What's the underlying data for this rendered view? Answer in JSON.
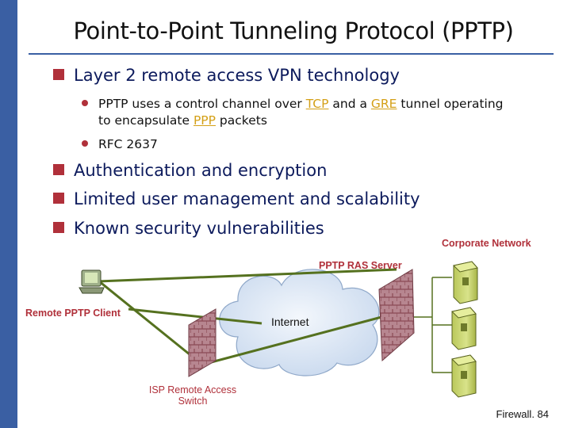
{
  "slide": {
    "title": "Point-to-Point Tunneling Protocol (PPTP)",
    "page_number": "Firewall. 84"
  },
  "bullets": {
    "b1": "Layer 2 remote access VPN technology",
    "b1_sub1": {
      "pre": "PPTP uses a control channel over ",
      "tcp": "TCP",
      "mid": " and a ",
      "gre": "GRE",
      "post": " tunnel operating",
      "line2_pre": "to encapsulate ",
      "ppp": "PPP",
      "line2_post": " packets"
    },
    "b1_sub2": "RFC 2637",
    "b2": "Authentication and encryption",
    "b3": "Limited user management and scalability",
    "b4": "Known security vulnerabilities"
  },
  "diagram": {
    "corporate_network": "Corporate Network",
    "ras_server": "PPTP RAS Server",
    "remote_client": "Remote PPTP Client",
    "internet": "Internet",
    "isp_switch_line1": "ISP Remote Access",
    "isp_switch_line2": "Switch"
  },
  "colors": {
    "sidebar": "#3a5fa3",
    "bullet_marker": "#b0303a",
    "text": "#0c1a5c",
    "highlight": "#d4a017",
    "label": "#b0303a",
    "tunnel": "#55711f",
    "cloud": "#dde8f5",
    "firewall": "#a96d77"
  }
}
